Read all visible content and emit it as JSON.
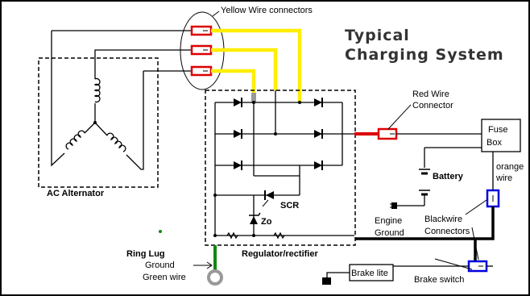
{
  "title": {
    "line1": "Typical",
    "line2": "Charging System"
  },
  "labels": {
    "yellow_connectors": "Yellow Wire connectors",
    "red_connector_1": "Red Wire",
    "red_connector_2": "Connector",
    "fuse_box_1": "Fuse",
    "fuse_box_2": "Box",
    "orange_wire_1": "orange",
    "orange_wire_2": "wire",
    "battery": "Battery",
    "scr": "SCR",
    "zener": "Zo",
    "ac_alternator": "AC Alternator",
    "regulator": "Regulator/rectifier",
    "ring_lug": "Ring Lug",
    "ground": "Ground",
    "green_wire": "Green wire",
    "engine_ground_1": "Engine",
    "engine_ground_2": "Ground",
    "black_connectors_1": "Blackwire",
    "black_connectors_2": "Connectors",
    "brake_lite": "Brake lite",
    "brake_switch": "Brake switch"
  },
  "colors": {
    "yellow": "#ffee00",
    "red": "#dd0000",
    "blue": "#0000dd",
    "green": "#118811",
    "gray": "#999999"
  }
}
